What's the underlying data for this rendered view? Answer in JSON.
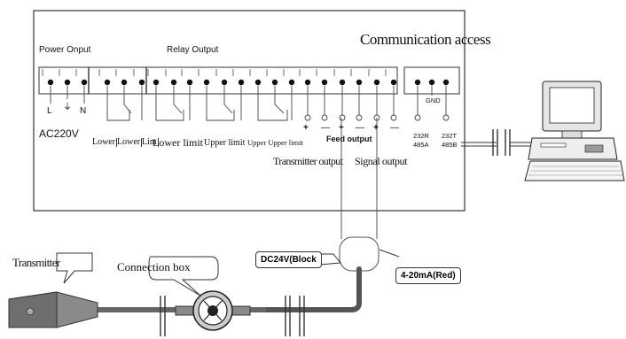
{
  "labels": {
    "communication_access": "Communication access",
    "power_input": "Power Onput",
    "relay_output": "Relay Output",
    "l": "L",
    "earth": "⏚",
    "n": "N",
    "ac220v": "AC220V",
    "lower_lower1": "Lower",
    "lower_lower2": "Lower",
    "lower_limit_short": "Lim",
    "lower_limit": "Lower limit",
    "upper_limit": "Upper limit",
    "upper_upper_limit": "Upper Upper limit",
    "feed_output": "Feed output",
    "transmitter_output": "Transmitter output",
    "signal_output": "Signal output",
    "gnd": "GND",
    "rs485a_top": "232R",
    "rs485a_bottom": "485A",
    "rs485b_top": "232T",
    "rs485b_bottom": "485B",
    "plus1": "+",
    "minus1": "—",
    "plus2": "+",
    "minus2": "—",
    "plus3": "+",
    "minus3": "—",
    "transmitter": "Transmitter",
    "connection_box": "Connection box",
    "dc24v_black": "DC24V(Block",
    "ma_red": "4-20mA(Red)"
  }
}
